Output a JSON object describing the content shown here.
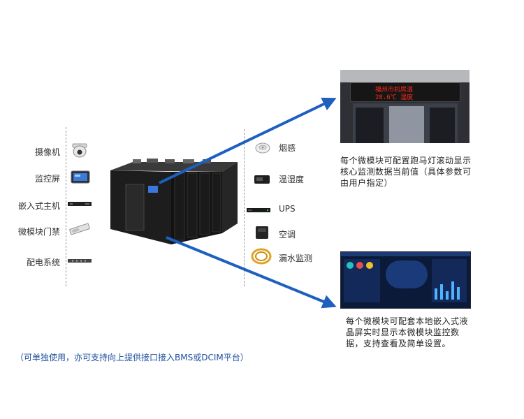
{
  "left_devices": [
    {
      "label": "摄像机",
      "icon": "security-camera-icon"
    },
    {
      "label": "监控屏",
      "icon": "monitor-screen-icon"
    },
    {
      "label": "嵌入式主机",
      "icon": "embedded-host-icon"
    },
    {
      "label": "微模块门禁",
      "icon": "door-access-icon"
    },
    {
      "label": "配电系统",
      "icon": "power-distribution-icon"
    }
  ],
  "right_devices": [
    {
      "label": "烟感",
      "icon": "smoke-detector-icon"
    },
    {
      "label": "温湿度",
      "icon": "temp-humidity-sensor-icon"
    },
    {
      "label": "UPS",
      "icon": "ups-icon"
    },
    {
      "label": "空调",
      "icon": "air-conditioner-icon"
    },
    {
      "label": "漏水监测",
      "icon": "water-leak-cable-icon"
    }
  ],
  "top_photo": {
    "led_line1": "福州市机房温",
    "led_line2": "28.6℃  湿度"
  },
  "top_description": "每个微模块可配置跑马灯滚动显示核心监测数据当前值（具体参数可由用户指定）",
  "bottom_description": "每个微模块可配套本地嵌入式液晶屏实时显示本微模块监控数据，支持查看及简单设置。",
  "footnote": "（可单独使用，亦可支持向上提供接口接入BMS或DCIM平台）",
  "colors": {
    "arrow": "#1e5fbf",
    "footnote": "#1e4fa0",
    "led": "#ff2a1a"
  }
}
